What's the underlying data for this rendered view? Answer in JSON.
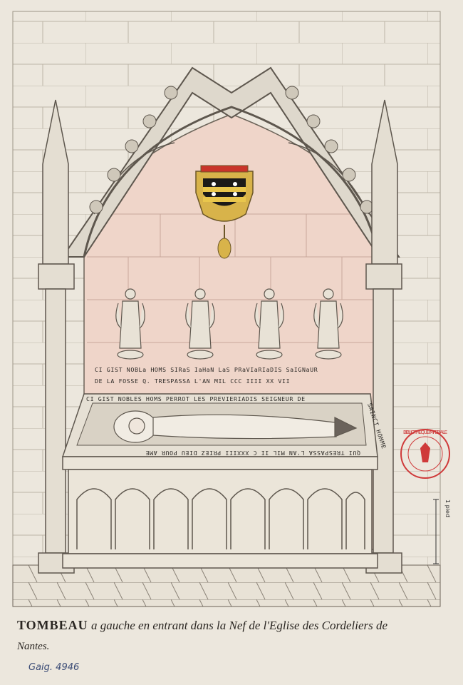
{
  "caption": {
    "title": "TOMBEAU",
    "line1_rest": "a gauche en entrant dans la Nef de l'Eglise des Cordeliers de",
    "line2": "Nantes."
  },
  "catalog_ref": "Gaig. 4946",
  "inscriptions": {
    "wall_line1": "CI GIST NOBLa HOMS SIRaS IaHaN LaS PRaVIaRIaDIS SaIGNaUR",
    "wall_line2": "DE LA FOSSE  Q. TRESPASSA  L'AN  MIL  CCC  IIII  XX  VII",
    "slab_top": "CI GIST NOBLES HOMS PERROT LES PREVIERIADIS SEIGNEUR DE",
    "slab_right": "SAINCT HOMME",
    "slab_bottom": "QUI TRESPASSA L'AN MIL II C XXXIII PRIEZ DIEU POUR AME"
  },
  "scale_bar": {
    "label": "1 pied"
  },
  "stamp": {
    "text": "BIBLIOTHEQUE IMPERIALE"
  },
  "colors": {
    "paper": "#ece7dd",
    "niche_pink": "#efd5c9",
    "stone_line": "#6b6358",
    "heraldic_gold": "#d8b34a",
    "heraldic_black": "#1c1a18",
    "stamp_red": "#cf3a3a"
  }
}
